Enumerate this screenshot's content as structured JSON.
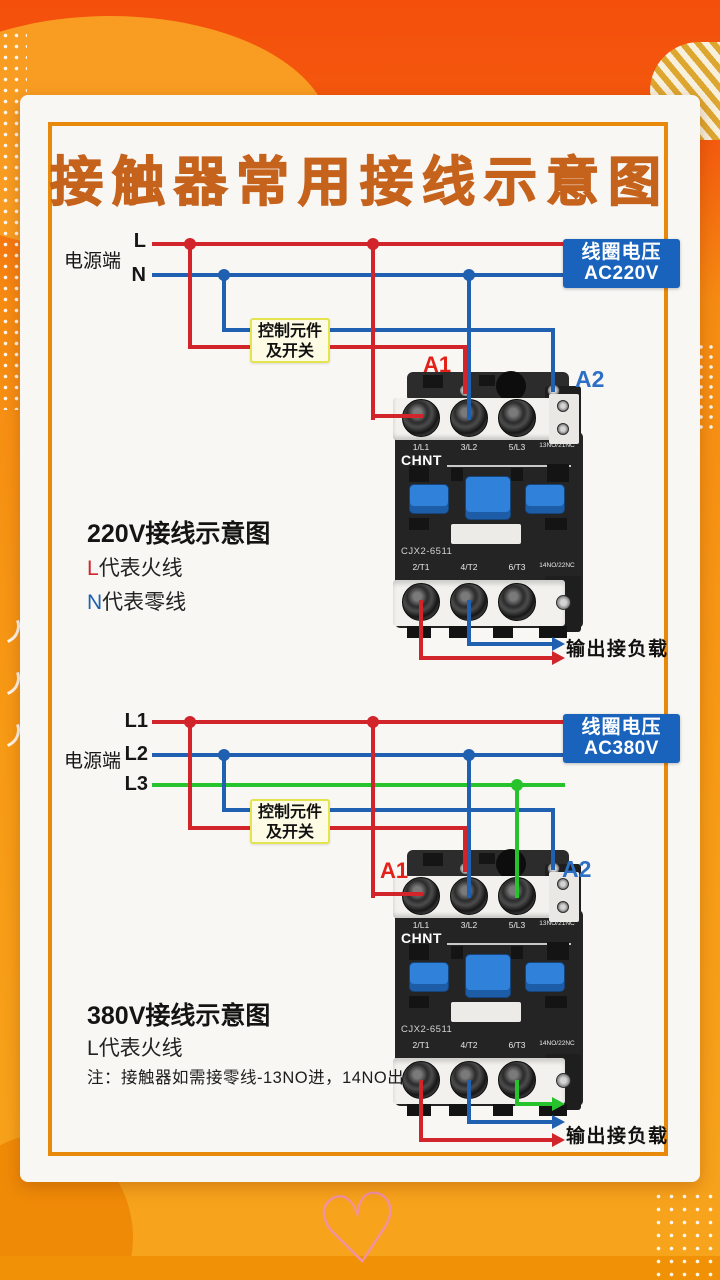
{
  "title": "接触器常用接线示意图",
  "colors": {
    "live_red": "#d2252b",
    "neutral_blue": "#1f60b0",
    "phase_green": "#27c32d",
    "accent_border": "#e8890c",
    "title_orange": "#c5621c",
    "coil_box_bg": "#1a63bc",
    "control_box_bg": "#fdfbe4",
    "control_box_border": "#e4e44e"
  },
  "contactor": {
    "brand": "CHNT",
    "model": "CJX2-6511",
    "top_terminals": [
      "1/L1",
      "3/L2",
      "5/L3",
      "13NO/21NC"
    ],
    "bottom_terminals": [
      "2/T1",
      "4/T2",
      "6/T3",
      "14NO/22NC"
    ]
  },
  "diagram_220v": {
    "source_label": "电源端",
    "line_labels": [
      "L",
      "N"
    ],
    "control_box": {
      "line1": "控制元件",
      "line2": "及开关"
    },
    "coil_voltage": {
      "line1": "线圈电压",
      "line2": "AC220V"
    },
    "coil_terminals": {
      "a1": "A1",
      "a2": "A2"
    },
    "output_label": "输出接负载",
    "caption": "220V接线示意图",
    "legend": [
      {
        "prefix": "L",
        "text": "代表火线"
      },
      {
        "prefix": "N",
        "text": "代表零线"
      }
    ]
  },
  "diagram_380v": {
    "source_label": "电源端",
    "line_labels": [
      "L1",
      "L2",
      "L3"
    ],
    "control_box": {
      "line1": "控制元件",
      "line2": "及开关"
    },
    "coil_voltage": {
      "line1": "线圈电压",
      "line2": "AC380V"
    },
    "coil_terminals": {
      "a1": "A1",
      "a2": "A2"
    },
    "output_label": "输出接负载",
    "caption": "380V接线示意图",
    "legend": [
      {
        "prefix": "L",
        "text": "代表火线"
      }
    ],
    "note": "注：接触器如需接零线-13NO进，14NO出"
  },
  "decor": {
    "heart_icon": "♡"
  }
}
